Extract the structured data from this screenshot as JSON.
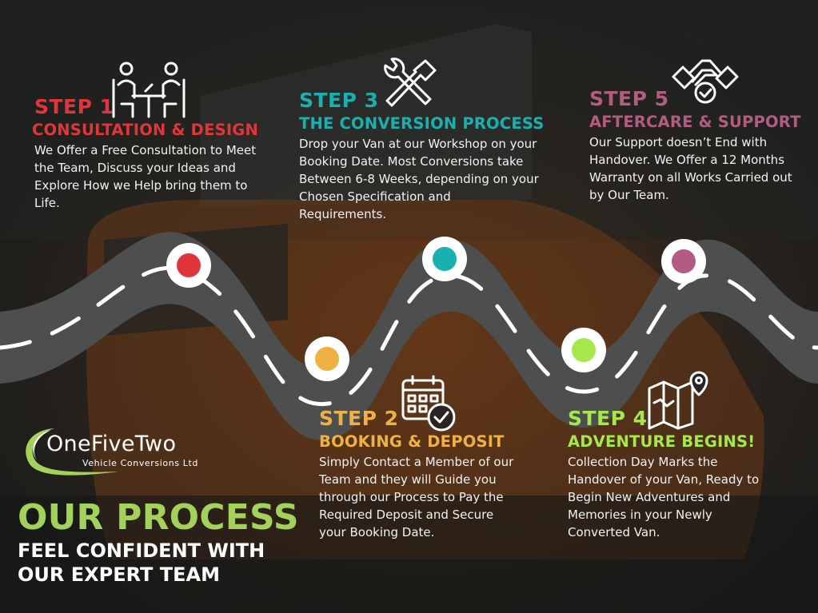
{
  "steps": [
    {
      "label": "STEP 1",
      "title": "CONSULTATION & DESIGN",
      "text": "We Offer a Free Consultation to Meet the Team, Discuss your Ideas and Explore How we Help bring them to Life.",
      "color": "#e0353b",
      "icon": "meeting-icon"
    },
    {
      "label": "STEP 2",
      "title": "BOOKING & DEPOSIT",
      "text": "Simply Contact a Member of our Team and they will Guide you through our Process to Pay the Required Deposit and Secure your Booking Date.",
      "color": "#f0b144",
      "icon": "calendar-check-icon"
    },
    {
      "label": "STEP 3",
      "title": "THE CONVERSION PROCESS",
      "text": "Drop your Van at our Workshop on your Booking Date. Most Conversions take Between 6-8 Weeks, depending on your Chosen Specification and Requirements.",
      "color": "#18b1b0",
      "icon": "tools-icon"
    },
    {
      "label": "STEP 4",
      "title": "ADVENTURE BEGINS!",
      "text": "Collection Day Marks the Handover of your Van, Ready to Begin New Adventures and Memories in your Newly Converted Van.",
      "color": "#a6e84c",
      "icon": "map-icon"
    },
    {
      "label": "STEP 5",
      "title": "AFTERCARE & SUPPORT",
      "text": "Our Support doesn’t End with Handover. We Offer a 12 Months Warranty on all Works Carried out by Our Team.",
      "color": "#b25c82",
      "icon": "handshake-icon"
    }
  ],
  "logo": {
    "name": "OneFiveTwo",
    "tagline": "Vehicle Conversions Ltd",
    "accent": "#a3d15a"
  },
  "footer": {
    "title": "OUR PROCESS",
    "subtitle_line1": "FEEL CONFIDENT WITH",
    "subtitle_line2": "OUR EXPERT TEAM"
  },
  "colors": {
    "road": "#4d4f4e",
    "road_dash": "#ffffff",
    "background": "#1b1d1c"
  }
}
